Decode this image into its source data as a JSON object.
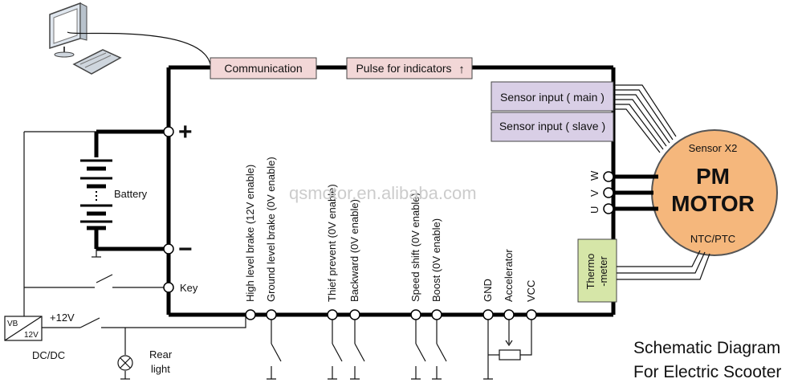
{
  "boxes": {
    "communication": "Communication",
    "pulse": "Pulse for indicators",
    "pulse_arrow": "↑",
    "sensor_main": "Sensor input ( main )",
    "sensor_slave": "Sensor input ( slave )",
    "thermo_line1": "Thermo",
    "thermo_line2": "-meter"
  },
  "battery": {
    "plus": "+",
    "minus": "−",
    "label": "Battery"
  },
  "key_label": "Key",
  "dcdc": {
    "vb": "VB",
    "v12": "12V",
    "plus12": "+12V",
    "label": "DC/DC"
  },
  "rear_light": {
    "line1": "Rear",
    "line2": "light"
  },
  "motor": {
    "sensor": "Sensor X2",
    "line1": "PM",
    "line2": "MOTOR",
    "ntc": "NTC/PTC",
    "phase_w": "W",
    "phase_v": "V",
    "phase_u": "U"
  },
  "inputs": [
    "High level brake (12V enable)",
    "Ground level brake (0V enable)",
    "Thief prevent (0V enable)",
    "Backward (0V enable)",
    "Speed shift (0V enable)",
    "Boost (0V enable)",
    "GND",
    "Accelerator",
    "VCC"
  ],
  "watermark": "qsmotor.en.alibaba.com",
  "caption": {
    "line1": "Schematic Diagram",
    "line2": "For Electric Scooter"
  }
}
